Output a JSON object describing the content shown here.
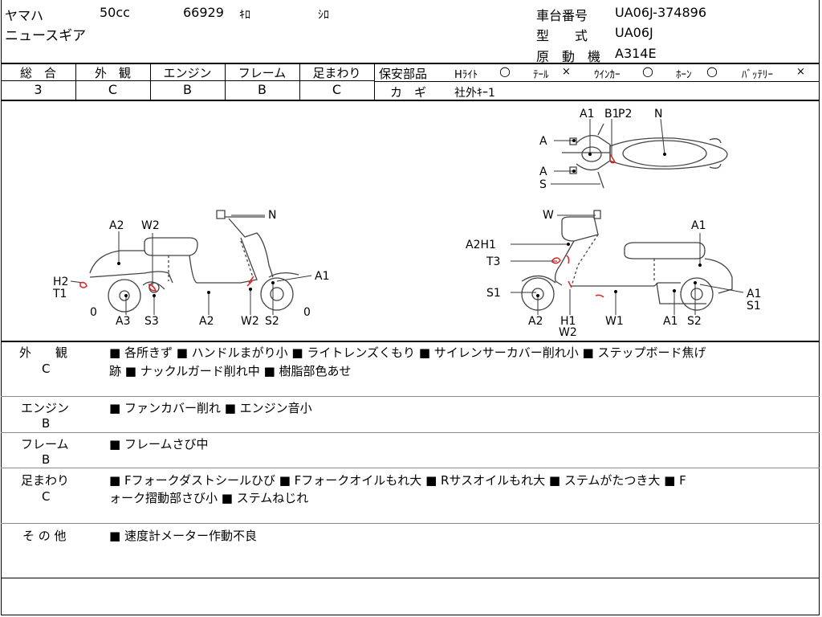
{
  "header": {
    "maker": "ヤマハ",
    "cc": "50cc",
    "mileage": "66929",
    "mileage_unit": "ｷﾛ",
    "color": "ｼﾛ",
    "model_name": "ニュースギア",
    "frame_no_label": "車台番号",
    "frame_no": "UA06J-374896",
    "type_label": "型　　式",
    "type": "UA06J",
    "engine_label": "原　動　機",
    "engine": "A314E"
  },
  "scores": [
    {
      "label": "総　合",
      "value": "3"
    },
    {
      "label": "外　観",
      "value": "C"
    },
    {
      "label": "エンジン",
      "value": "B"
    },
    {
      "label": "フレーム",
      "value": "B"
    },
    {
      "label": "足まわり",
      "value": "C"
    }
  ],
  "safety": {
    "label": "保安部品",
    "items": [
      {
        "name": "Hﾗｲﾄ",
        "mark": "○"
      },
      {
        "name": "ﾃｰﾙ",
        "mark": "×"
      },
      {
        "name": "ｳｲﾝｶｰ",
        "mark": "○"
      },
      {
        "name": "ﾎｰﾝ",
        "mark": "○"
      },
      {
        "name": "ﾊﾞｯﾃﾘｰ",
        "mark": "×"
      }
    ],
    "key_label": "カ　ギ",
    "key_value": "社外ｷｰ1"
  },
  "diagram_labels": {
    "top": [
      "A1",
      "B1",
      "P2",
      "N",
      "A",
      "A",
      "S"
    ],
    "left": [
      "N",
      "A2",
      "W2",
      "H2",
      "T1",
      "A1",
      "0",
      "A3",
      "S3",
      "A2",
      "W2",
      "S2",
      "0"
    ],
    "right": [
      "W",
      "A1",
      "A2H1",
      "T3",
      "S1",
      "A2",
      "H1",
      "W2",
      "W1",
      "A1",
      "S2",
      "A1",
      "S1"
    ]
  },
  "sections": [
    {
      "label": "外　　観",
      "grade": "C",
      "text": "■ 各所きず ■ ハンドルまがり小 ■ ライトレンズくもり ■ サイレンサーカバー削れ小 ■ ステップボード焦げ",
      "text2": "跡 ■ ナックルガード削れ中 ■ 樹脂部色あせ"
    },
    {
      "label": "エンジン",
      "grade": "B",
      "text": "■ ファンカバー削れ ■ エンジン音小",
      "text2": ""
    },
    {
      "label": "フレーム",
      "grade": "B",
      "text": "■ フレームさび中",
      "text2": ""
    },
    {
      "label": "足まわり",
      "grade": "C",
      "text": "■ Fフォークダストシールひび ■ Fフォークオイルもれ大 ■ Rサスオイルもれ大 ■ ステムがたつき大 ■ F",
      "text2": "ォーク摺動部さび小 ■ ステムねじれ"
    },
    {
      "label": "そ の 他",
      "grade": "",
      "text": "■ 速度計メーター作動不良",
      "text2": ""
    }
  ]
}
